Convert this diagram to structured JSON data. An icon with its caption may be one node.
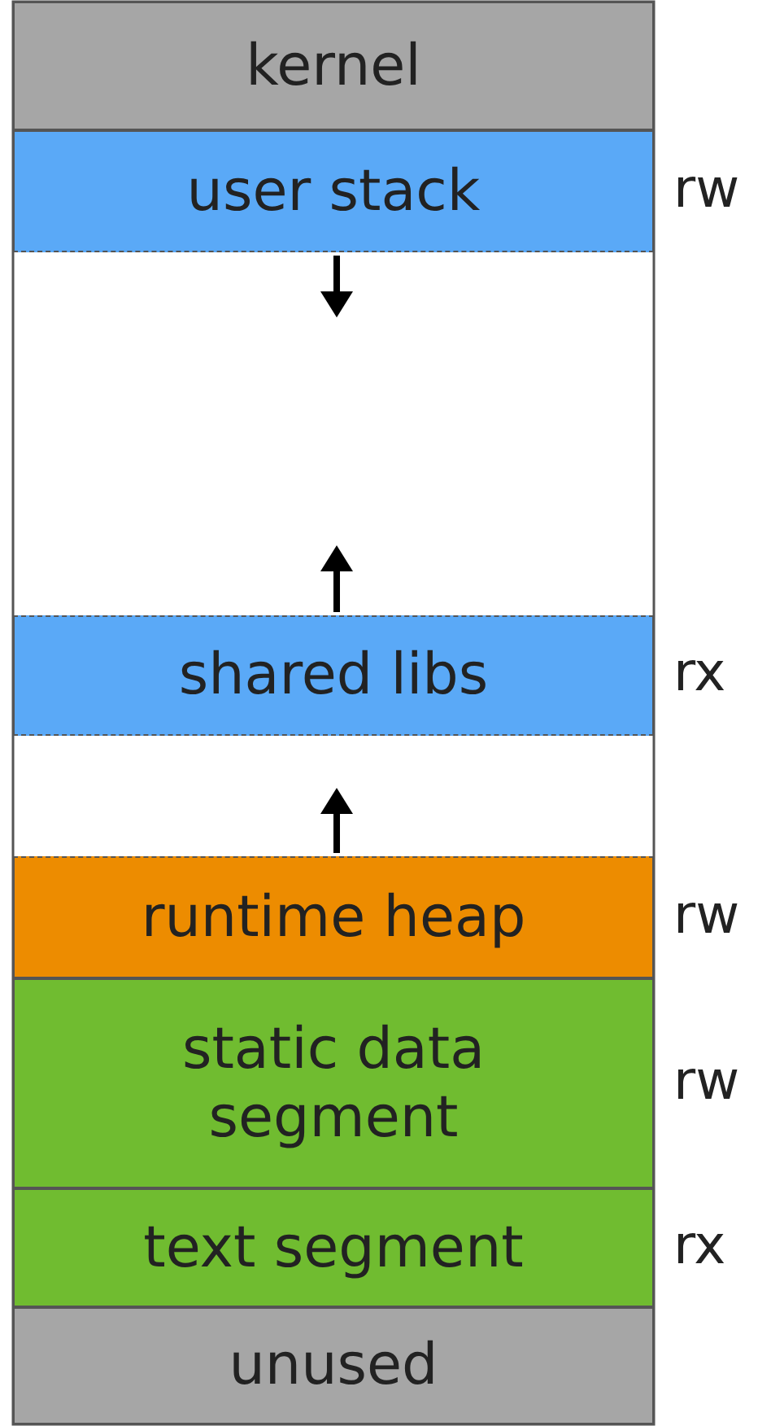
{
  "diagram": {
    "nodes": [
      {
        "text": [
          "kernel"
        ]
      },
      {
        "text": [
          "user stack"
        ],
        "beside": [
          "rw"
        ]
      },
      {
        "text": [
          "shared libs"
        ],
        "beside": [
          "rx"
        ]
      },
      {
        "text": [
          "runtime heap"
        ],
        "beside": [
          "rw"
        ]
      },
      {
        "text": [
          "static data segment"
        ],
        "beside": [
          "rw"
        ]
      },
      {
        "text": [
          "text segment"
        ],
        "beside": [
          "rx"
        ]
      },
      {
        "text": [
          "unused"
        ]
      }
    ]
  }
}
